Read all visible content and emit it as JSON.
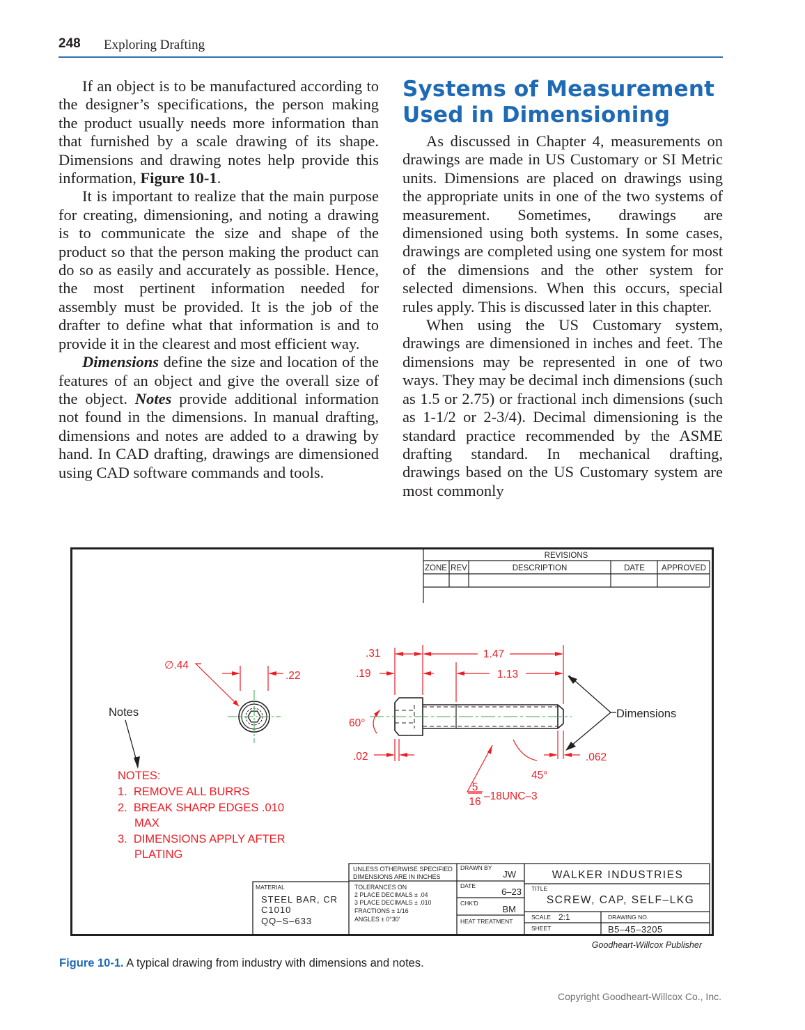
{
  "header": {
    "page_number": "248",
    "book_title": "Exploring Drafting"
  },
  "left_column": {
    "p1": [
      "If an object is to be manufactured according to the designer’s specifications, the person making the product usually needs more information than that furnished by a scale drawing of its shape. Dimensions and drawing notes help provide this information, ",
      "Figure 10-1",
      "."
    ],
    "p2": "It is important to realize that the main purpose for creating, dimensioning, and noting a drawing is to communicate the size and shape of the product so that the person making the product can do so as easily and accurately as possible. Hence, the most pertinent information needed for assembly must be provided. It is the job of the drafter to define what that information is and to provide it in the clearest and most efficient way.",
    "p3": [
      "Dimensions",
      " define the size and location of the features of an object and give the overall size of the object. ",
      "Notes",
      " provide additional information not found in the dimensions. In manual drafting, dimensions and notes are added to a drawing by hand. In CAD drafting, drawings are dimensioned using CAD software commands and tools."
    ]
  },
  "section_heading": [
    "Systems of Measurement",
    "Used in Dimensioning"
  ],
  "right_column": {
    "p1": "As discussed in Chapter 4, measurements on drawings are made in US Customary or SI Metric units. Dimensions are placed on drawings using the appropriate units in one of the two systems of measurement. Sometimes, drawings are dimensioned using both systems. In some cases, drawings are completed using one system for most of the dimensions and the other system for selected dimensions. When this occurs, special rules apply. This is discussed later in this chapter.",
    "p2": "When using the US Customary system, drawings are dimensioned in inches and feet. The dimensions may be represented in one of two ways. They may be decimal inch dimensions (such as 1.5 or 2.75) or fractional inch dimensions (such as 1-1/2 or 2-3/4). Decimal dimensioning is the standard practice recommended by the ASME drafting standard. In mechanical drafting, drawings based on the US Customary system are most commonly"
  },
  "figure": {
    "revisions": {
      "title": "REVISIONS",
      "zone": "ZONE",
      "rev": "REV",
      "description": "DESCRIPTION",
      "date": "DATE",
      "approved": "APPROVED"
    },
    "dims": {
      "dia": "∅.44",
      "d22": ".22",
      "d31": ".31",
      "d147": "1.47",
      "d19": ".19",
      "d113": "1.13",
      "a60": "60°",
      "d02": ".02",
      "d062": ".062",
      "a45": "45°",
      "thread_num": "5",
      "thread_den": "16",
      "thread_spec": "–18UNC–3"
    },
    "callouts": {
      "notes": "Notes",
      "dimensions": "Dimensions"
    },
    "notes_block": {
      "title": "NOTES:",
      "lines": [
        "1.  REMOVE ALL BURRS",
        "2.  BREAK SHARP EDGES .010",
        "MAX",
        "3.  DIMENSIONS APPLY AFTER",
        "PLATING"
      ]
    },
    "title_block": {
      "material_label": "MATERIAL",
      "material": [
        "STEEL BAR, CR",
        "C1010",
        "QQ–S–633"
      ],
      "unless": [
        "UNLESS OTHERWISE SPECIFIED",
        "DIMENSIONS ARE IN INCHES"
      ],
      "tolerances": [
        "TOLERANCES ON",
        "2 PLACE DECIMALS ± .04",
        "3 PLACE DECIMALS ± .010",
        "FRACTIONS ± 1/16",
        "ANGLES ± 0°30'"
      ],
      "drawn_by_label": "DRAWN BY",
      "drawn_by": "JW",
      "date_label": "DATE",
      "date": "6–23",
      "chkd_label": "CHK'D",
      "chkd": "BM",
      "heat": "HEAT TREATMENT",
      "company": "WALKER INDUSTRIES",
      "title_label": "TITLE",
      "title": "SCREW, CAP, SELF–LKG",
      "scale_label": "SCALE",
      "scale": "2:1",
      "drawing_no_label": "DRAWING NO.",
      "drawing_no": "B5–45–3205",
      "sheet_label": "SHEET"
    }
  },
  "credit": "Goodheart-Willcox Publisher",
  "caption": {
    "label": "Figure 10-1.",
    "text": " A typical drawing from industry with dimensions and notes."
  },
  "copyright": "Copyright Goodheart-Willcox Co., Inc."
}
